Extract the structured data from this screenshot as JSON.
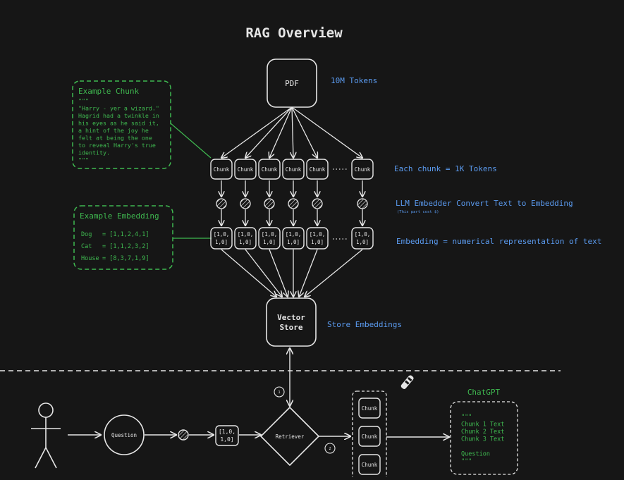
{
  "title": "RAG Overview",
  "pdf": {
    "label": "PDF",
    "note": "10M Tokens"
  },
  "chunk_label": "Chunk",
  "chunk_note": "Each chunk = 1K Tokens",
  "embedder_note": "LLM Embedder Convert Text to Embedding",
  "embedder_subnote": "(This part cost $)",
  "embedding_value_line1": "[1,0,",
  "embedding_value_line2": "1,0]",
  "embedding_note": "Embedding = numerical representation of text",
  "vector_store": {
    "line1": "Vector",
    "line2": "Store",
    "note": "Store Embeddings"
  },
  "example_chunk": {
    "title": "Example Chunk",
    "lines": [
      "\"\"\"",
      "\"Harry - yer a wizard.\"",
      "Hagrid had a twinkle in",
      "his eyes as he said it,",
      "a hint of the joy he",
      "felt at being the one",
      "to reveal Harry's true",
      "identity.",
      "\"\"\""
    ]
  },
  "example_embedding": {
    "title": "Example Embedding",
    "rows": [
      {
        "word": "Dog",
        "vector": "= [1,1,2,4,1]"
      },
      {
        "word": "Cat",
        "vector": "= [1,1,2,3,2]"
      },
      {
        "word": "House",
        "vector": "= [8,3,7,1,9]"
      }
    ]
  },
  "query_flow": {
    "question": "Question",
    "retriever": "Retriever",
    "step1": "1",
    "step2": "2",
    "retrieved_chunks": [
      "Chunk",
      "Chunk",
      "Chunk"
    ]
  },
  "chatgpt": {
    "title": "ChatGPT",
    "lines": [
      "\"\"\"",
      "Chunk 1 Text",
      "Chunk 2 Text",
      "Chunk 3 Text",
      "",
      "Question",
      "\"\"\""
    ]
  },
  "colors": {
    "background": "#161616",
    "stroke": "#e6e6e6",
    "green": "#3fb950",
    "blue": "#5b9bf0"
  }
}
